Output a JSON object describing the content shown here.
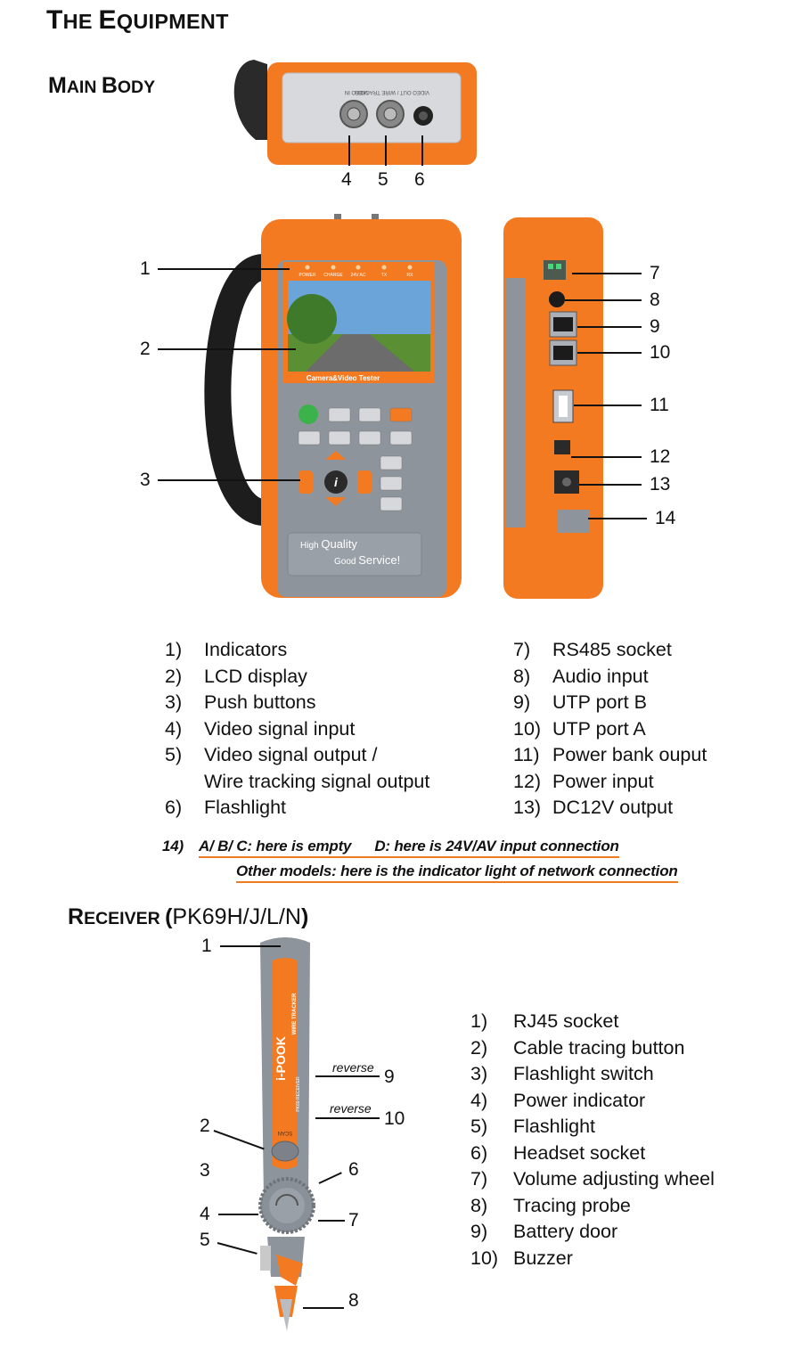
{
  "title": {
    "big1": "T",
    "small1": "HE ",
    "big2": "E",
    "small2": "QUIPMENT"
  },
  "main_body": {
    "heading": {
      "big1": "M",
      "small1": "AIN ",
      "big2": "B",
      "small2": "ODY"
    },
    "top_callouts": [
      "4",
      "5",
      "6"
    ],
    "front_callouts": [
      "1",
      "2",
      "3"
    ],
    "side_callouts": [
      "7",
      "8",
      "9",
      "10",
      "11",
      "12",
      "13",
      "14"
    ],
    "device_text": {
      "leds": [
        "POWER",
        "CHARGE",
        "24V AC",
        "TX",
        "RX"
      ],
      "screen_caption": "Camera&Video Tester",
      "slogan_1a": "High",
      "slogan_1b": "Quality",
      "slogan_2a": "Good",
      "slogan_2b": "Service!",
      "connector_labels": [
        "VIDEO IN",
        "VIDEO OUT / WIRE TRACKER"
      ]
    },
    "parts_left": [
      {
        "num": "1)",
        "text": "Indicators"
      },
      {
        "num": "2)",
        "text": "LCD display"
      },
      {
        "num": "3)",
        "text": "Push buttons"
      },
      {
        "num": "4)",
        "text": "Video signal input"
      },
      {
        "num": "5)",
        "text": "Video signal output /"
      },
      {
        "num": "",
        "text": "Wire tracking signal output"
      },
      {
        "num": "6)",
        "text": "Flashlight"
      }
    ],
    "parts_right": [
      {
        "num": "7)",
        "text": "RS485 socket"
      },
      {
        "num": "8)",
        "text": "Audio input"
      },
      {
        "num": "9)",
        "text": "UTP port B"
      },
      {
        "num": "10)",
        "text": "UTP port A"
      },
      {
        "num": "11)",
        "text": "Power bank ouput"
      },
      {
        "num": "12)",
        "text": "Power input"
      },
      {
        "num": "13)",
        "text": "DC12V output"
      }
    ],
    "note": {
      "num": "14)",
      "line1a": "A/ B/ C: here is empty",
      "line1b": "D: here is 24V/AV input connection",
      "line2": "Other models: here is the indicator light of network connection"
    }
  },
  "receiver": {
    "heading": {
      "big1": "R",
      "small1": "ECEIVER ",
      "paren_open": "(",
      "models": "PK69H/J/L/N",
      "paren_close": ")"
    },
    "callouts": [
      "1",
      "2",
      "3",
      "4",
      "5",
      "6",
      "7",
      "8",
      "9",
      "10"
    ],
    "reverse_label": "reverse",
    "device_text": {
      "brand": "i-POOK",
      "tracker": "WIRE TRACKER",
      "model": "PK69 RECEIVER",
      "scan": "SCAN"
    },
    "parts": [
      {
        "num": "1)",
        "text": "RJ45 socket"
      },
      {
        "num": "2)",
        "text": "Cable tracing button"
      },
      {
        "num": "3)",
        "text": "Flashlight switch"
      },
      {
        "num": "4)",
        "text": "Power indicator"
      },
      {
        "num": "5)",
        "text": "Flashlight"
      },
      {
        "num": "6)",
        "text": "Headset socket"
      },
      {
        "num": "7)",
        "text": "Volume adjusting wheel"
      },
      {
        "num": "8)",
        "text": "Tracing probe"
      },
      {
        "num": "9)",
        "text": "Battery door"
      },
      {
        "num": "10)",
        "text": "Buzzer"
      }
    ]
  },
  "colors": {
    "accent": "#f07a1f",
    "device_orange": "#f47a22",
    "device_gray": "#8e949c"
  }
}
